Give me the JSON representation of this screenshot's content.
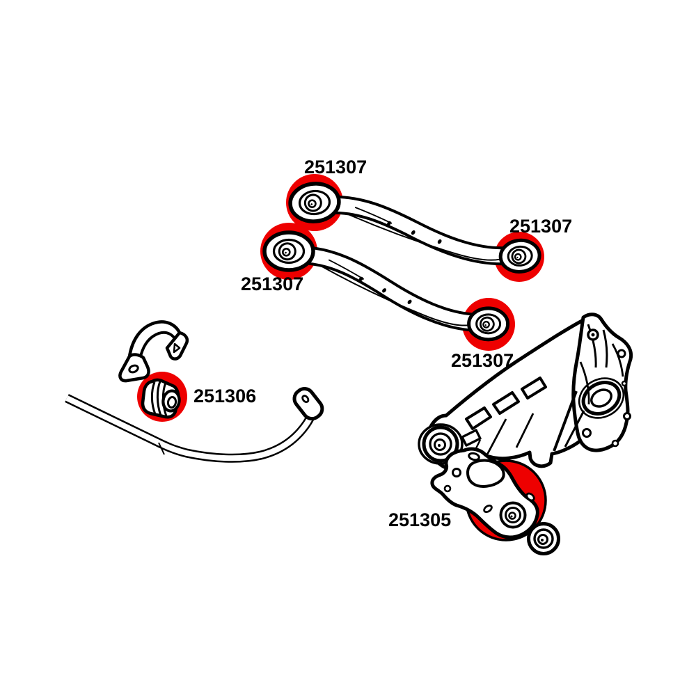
{
  "diagram": {
    "background_color": "#ffffff",
    "line_color": "#000000",
    "highlight_color": "#ee0000",
    "parts": [
      {
        "part_number": "251307",
        "highlighted_bushings": 4
      },
      {
        "part_number": "251306",
        "highlighted_bushings": 1
      },
      {
        "part_number": "251305",
        "highlighted_bushings": 1
      }
    ],
    "labels": [
      {
        "text": "251307"
      },
      {
        "text": "251307"
      },
      {
        "text": "251307"
      },
      {
        "text": "251307"
      },
      {
        "text": "251306"
      },
      {
        "text": "251305"
      }
    ]
  }
}
